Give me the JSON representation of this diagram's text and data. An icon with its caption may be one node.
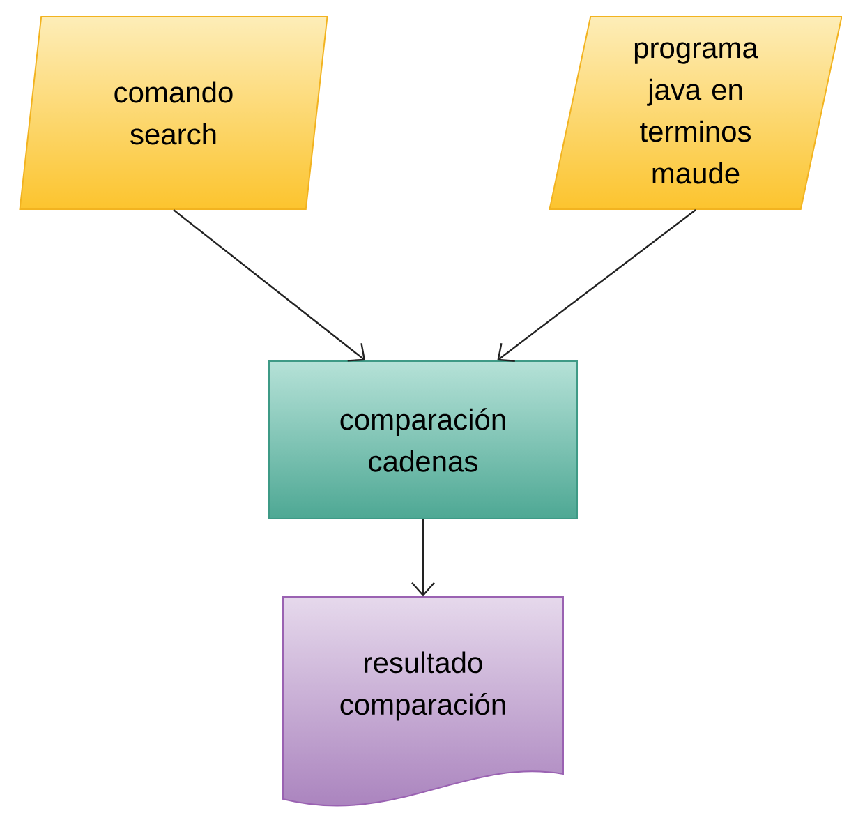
{
  "diagram": {
    "nodes": [
      {
        "text": [
          "comando search"
        ]
      },
      {
        "text": [
          "programa java en terminos maude"
        ]
      },
      {
        "text": [
          "comparación cadenas"
        ]
      },
      {
        "text": [
          "resultado comparación"
        ]
      }
    ],
    "edges": [
      {
        "from": 0,
        "to": 2,
        "arrow": "to"
      },
      {
        "from": 1,
        "to": 2,
        "arrow": "to"
      },
      {
        "from": 2,
        "to": 3,
        "arrow": "to"
      }
    ]
  }
}
